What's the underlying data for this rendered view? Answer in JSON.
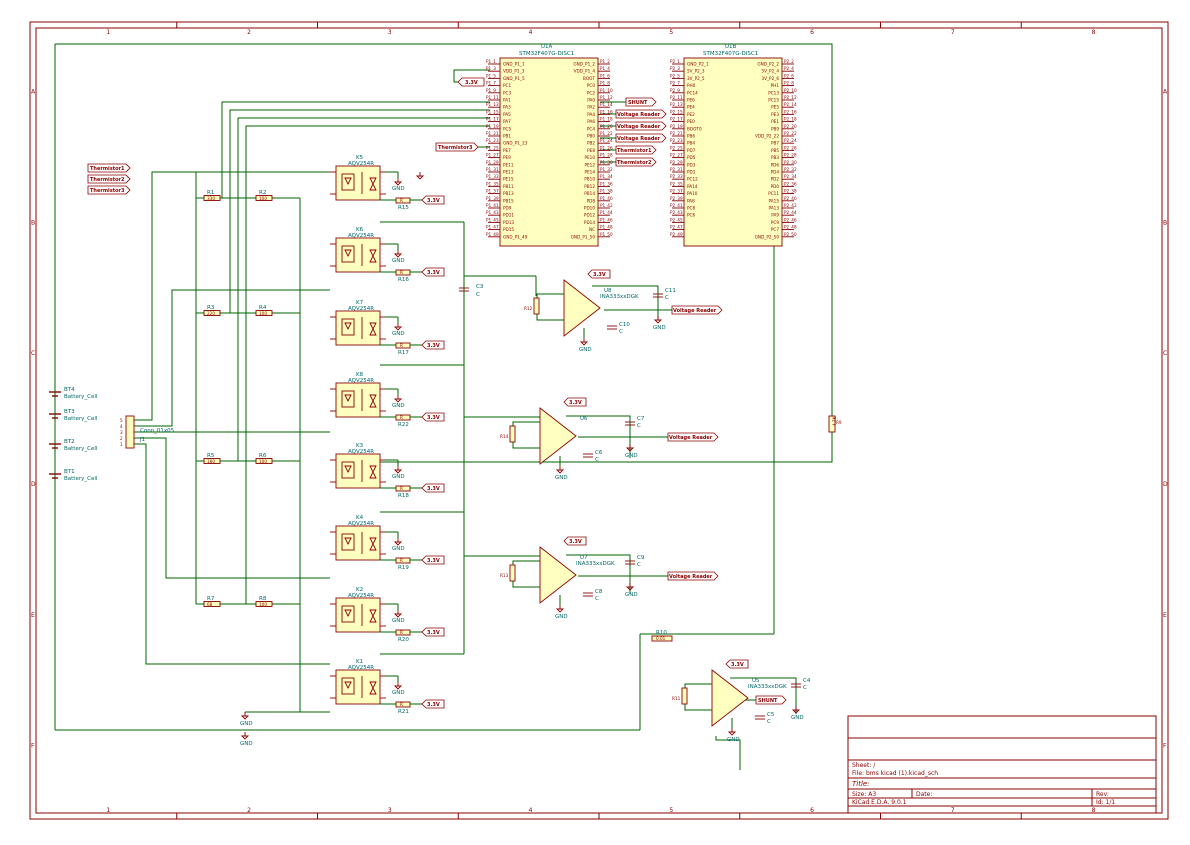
{
  "frame": {
    "columns": [
      "1",
      "2",
      "3",
      "4",
      "5",
      "6",
      "7",
      "8"
    ],
    "rows": [
      "A",
      "B",
      "C",
      "D",
      "E",
      "F"
    ]
  },
  "title_block": {
    "sheet": "Sheet: /",
    "file": "File: bms kicad (1).kicad_sch",
    "title": "Title:",
    "size": "Size: A3",
    "date": "Date:",
    "rev": "Rev:",
    "tool": "KiCad E.D.A. 9.0.1",
    "id": "Id: 1/1"
  },
  "mcu": [
    {
      "ref": "U1A",
      "value": "STM32F407G-DISC1",
      "left_pins": [
        "P1_1",
        "P1_3",
        "P1_5",
        "P1_7",
        "P1_9",
        "P1_11",
        "P1_13",
        "P1_15",
        "P1_17",
        "P1_19",
        "P1_21",
        "P1_23",
        "P1_25",
        "P1_27",
        "P1_29",
        "P1_31",
        "P1_33",
        "P1_35",
        "P1_37",
        "P1_39",
        "P1_41",
        "P1_43",
        "P1_45",
        "P1_47",
        "P1_49"
      ],
      "left_names": [
        "GND_P1_1",
        "VDD_P1_3",
        "GND_P1_5",
        "PC1",
        "PC3",
        "PA1",
        "PA3",
        "PA5",
        "PA7",
        "PC5",
        "PB1",
        "GND_P1_23",
        "PE7",
        "PE9",
        "PE11",
        "PE13",
        "PE15",
        "PB11",
        "PB13",
        "PB15",
        "PD9",
        "PD11",
        "PD13",
        "PD15",
        "GND_P1_49"
      ],
      "right_names": [
        "GND_P1_2",
        "VDD_P1_4",
        "BOOT",
        "PC0",
        "PC2",
        "PA0",
        "PA2",
        "PA4",
        "PA6",
        "PC4",
        "PB0",
        "PB2",
        "PE8",
        "PE10",
        "PE12",
        "PE14",
        "PB10",
        "PB12",
        "PB14",
        "PD8",
        "PD10",
        "PD12",
        "PD14",
        "NC",
        "GND_P1_50"
      ],
      "right_pins": [
        "P1_2",
        "P1_4",
        "P1_6",
        "P1_8",
        "P1_10",
        "P1_12",
        "P1_14",
        "P1_16",
        "P1_18",
        "P1_20",
        "P1_22",
        "P1_24",
        "P1_26",
        "P1_28",
        "P1_30",
        "P1_32",
        "P1_34",
        "P1_36",
        "P1_38",
        "P1_40",
        "P1_42",
        "P1_44",
        "P1_46",
        "P1_48",
        "P1_50"
      ]
    },
    {
      "ref": "U1B",
      "value": "STM32F407G-DISC1",
      "left_pins": [
        "P2_1",
        "P2_3",
        "P2_5",
        "P2_7",
        "P2_9",
        "P2_11",
        "P2_13",
        "P2_15",
        "P2_17",
        "P2_19",
        "P2_21",
        "P2_23",
        "P2_25",
        "P2_27",
        "P2_29",
        "P2_31",
        "P2_33",
        "P2_35",
        "P2_37",
        "P2_39",
        "P2_41",
        "P2_43",
        "P2_45",
        "P2_47",
        "P2_49"
      ],
      "left_names": [
        "GND_P2_1",
        "5V_P2_3",
        "3V_P2_5",
        "PH0",
        "PC14",
        "PE6",
        "PE4",
        "PE2",
        "PE0",
        "BOOT0",
        "PB6",
        "PB4",
        "PD7",
        "PD5",
        "PD3",
        "PD1",
        "PC12",
        "PA14",
        "PA10",
        "PA8",
        "PC8",
        "PC6",
        "",
        "",
        ""
      ],
      "right_names": [
        "GND_P2_2",
        "5V_P2_4",
        "3V_P2_6",
        "PH1",
        "PC13",
        "PC15",
        "PE5",
        "PE3",
        "PE1",
        "PB9",
        "VDD_P2_22",
        "PB7",
        "PB5",
        "PB3",
        "PD6",
        "PD4",
        "PD2",
        "PD0",
        "PC11",
        "PA15",
        "PA13",
        "PA9",
        "PC9",
        "PC7",
        "GND_P2_50"
      ],
      "right_pins": [
        "P2_2",
        "P2_4",
        "P2_6",
        "P2_8",
        "P2_10",
        "P2_12",
        "P2_14",
        "P2_16",
        "P2_18",
        "P2_20",
        "P2_22",
        "P2_24",
        "P2_26",
        "P2_28",
        "P2_30",
        "P2_32",
        "P2_34",
        "P2_36",
        "P2_38",
        "P2_40",
        "P2_42",
        "P2_44",
        "P2_46",
        "P2_48",
        "P2_50"
      ]
    }
  ],
  "global_labels": {
    "vref": "3.3V",
    "shunt": "SHUNT",
    "voltage_reader": "Voltage Reader",
    "thermistor1": "Thermistor1",
    "thermistor2": "Thermistor2",
    "thermistor3": "Thermistor3"
  },
  "relays": [
    {
      "ref": "K5",
      "value": "AQV254R",
      "res_ref": "R15"
    },
    {
      "ref": "K6",
      "value": "AQV254R",
      "res_ref": "R16"
    },
    {
      "ref": "K7",
      "value": "AQV254R",
      "res_ref": "R17"
    },
    {
      "ref": "K8",
      "value": "AQV254R",
      "res_ref": "R22"
    },
    {
      "ref": "K3",
      "value": "AQV254R",
      "res_ref": "R18"
    },
    {
      "ref": "K4",
      "value": "AQV254R",
      "res_ref": "R19"
    },
    {
      "ref": "K2",
      "value": "AQV254R",
      "res_ref": "R20"
    },
    {
      "ref": "K1",
      "value": "AQV254R",
      "res_ref": "R21"
    }
  ],
  "relay_res_value": "R",
  "gnd": "GND",
  "dividers": [
    {
      "ra": "R1",
      "ra_val": "330",
      "rb": "R2",
      "rb_val": "100"
    },
    {
      "ra": "R3",
      "ra_val": "220",
      "rb": "R4",
      "rb_val": "100"
    },
    {
      "ra": "R5",
      "ra_val": "180",
      "rb": "R6",
      "rb_val": "100"
    },
    {
      "ra": "R7",
      "ra_val": "68",
      "rb": "R8",
      "rb_val": "100"
    }
  ],
  "batteries": [
    {
      "ref": "BT4",
      "value": "Battery_Cell"
    },
    {
      "ref": "BT3",
      "value": "Battery_Cell"
    },
    {
      "ref": "BT2",
      "value": "Battery_Cell"
    },
    {
      "ref": "BT1",
      "value": "Battery_Cell"
    }
  ],
  "connector": {
    "ref": "J1",
    "value": "Conn_01x05",
    "pins": [
      "5",
      "4",
      "3",
      "2",
      "1"
    ]
  },
  "amps": [
    {
      "ref": "U8",
      "value": "INA333xxDGK",
      "rg": "R12",
      "c_in": "C3",
      "c_sup": "C11",
      "c_ref": "C10"
    },
    {
      "ref": "U6",
      "value": "",
      "rg": "R14",
      "c_in": "",
      "c_sup": "C7",
      "c_ref": "C6"
    },
    {
      "ref": "U7",
      "value": "INA333xxDGK",
      "rg": "R13",
      "c_in": "",
      "c_sup": "C9",
      "c_ref": "C8"
    },
    {
      "ref": "U5",
      "value": "INA333xxDGK",
      "rg": "R11",
      "c_in": "",
      "c_sup": "C4",
      "c_ref": "C5"
    }
  ],
  "cap_value": "C",
  "shunt_res": {
    "ref": "R10",
    "value": "0.01"
  },
  "r9": {
    "ref": "R9",
    "value": "4.7K"
  },
  "colors": {
    "frame": "#8b0000",
    "wire": "#006400",
    "body": "#ffffc0",
    "text": "#006666"
  }
}
